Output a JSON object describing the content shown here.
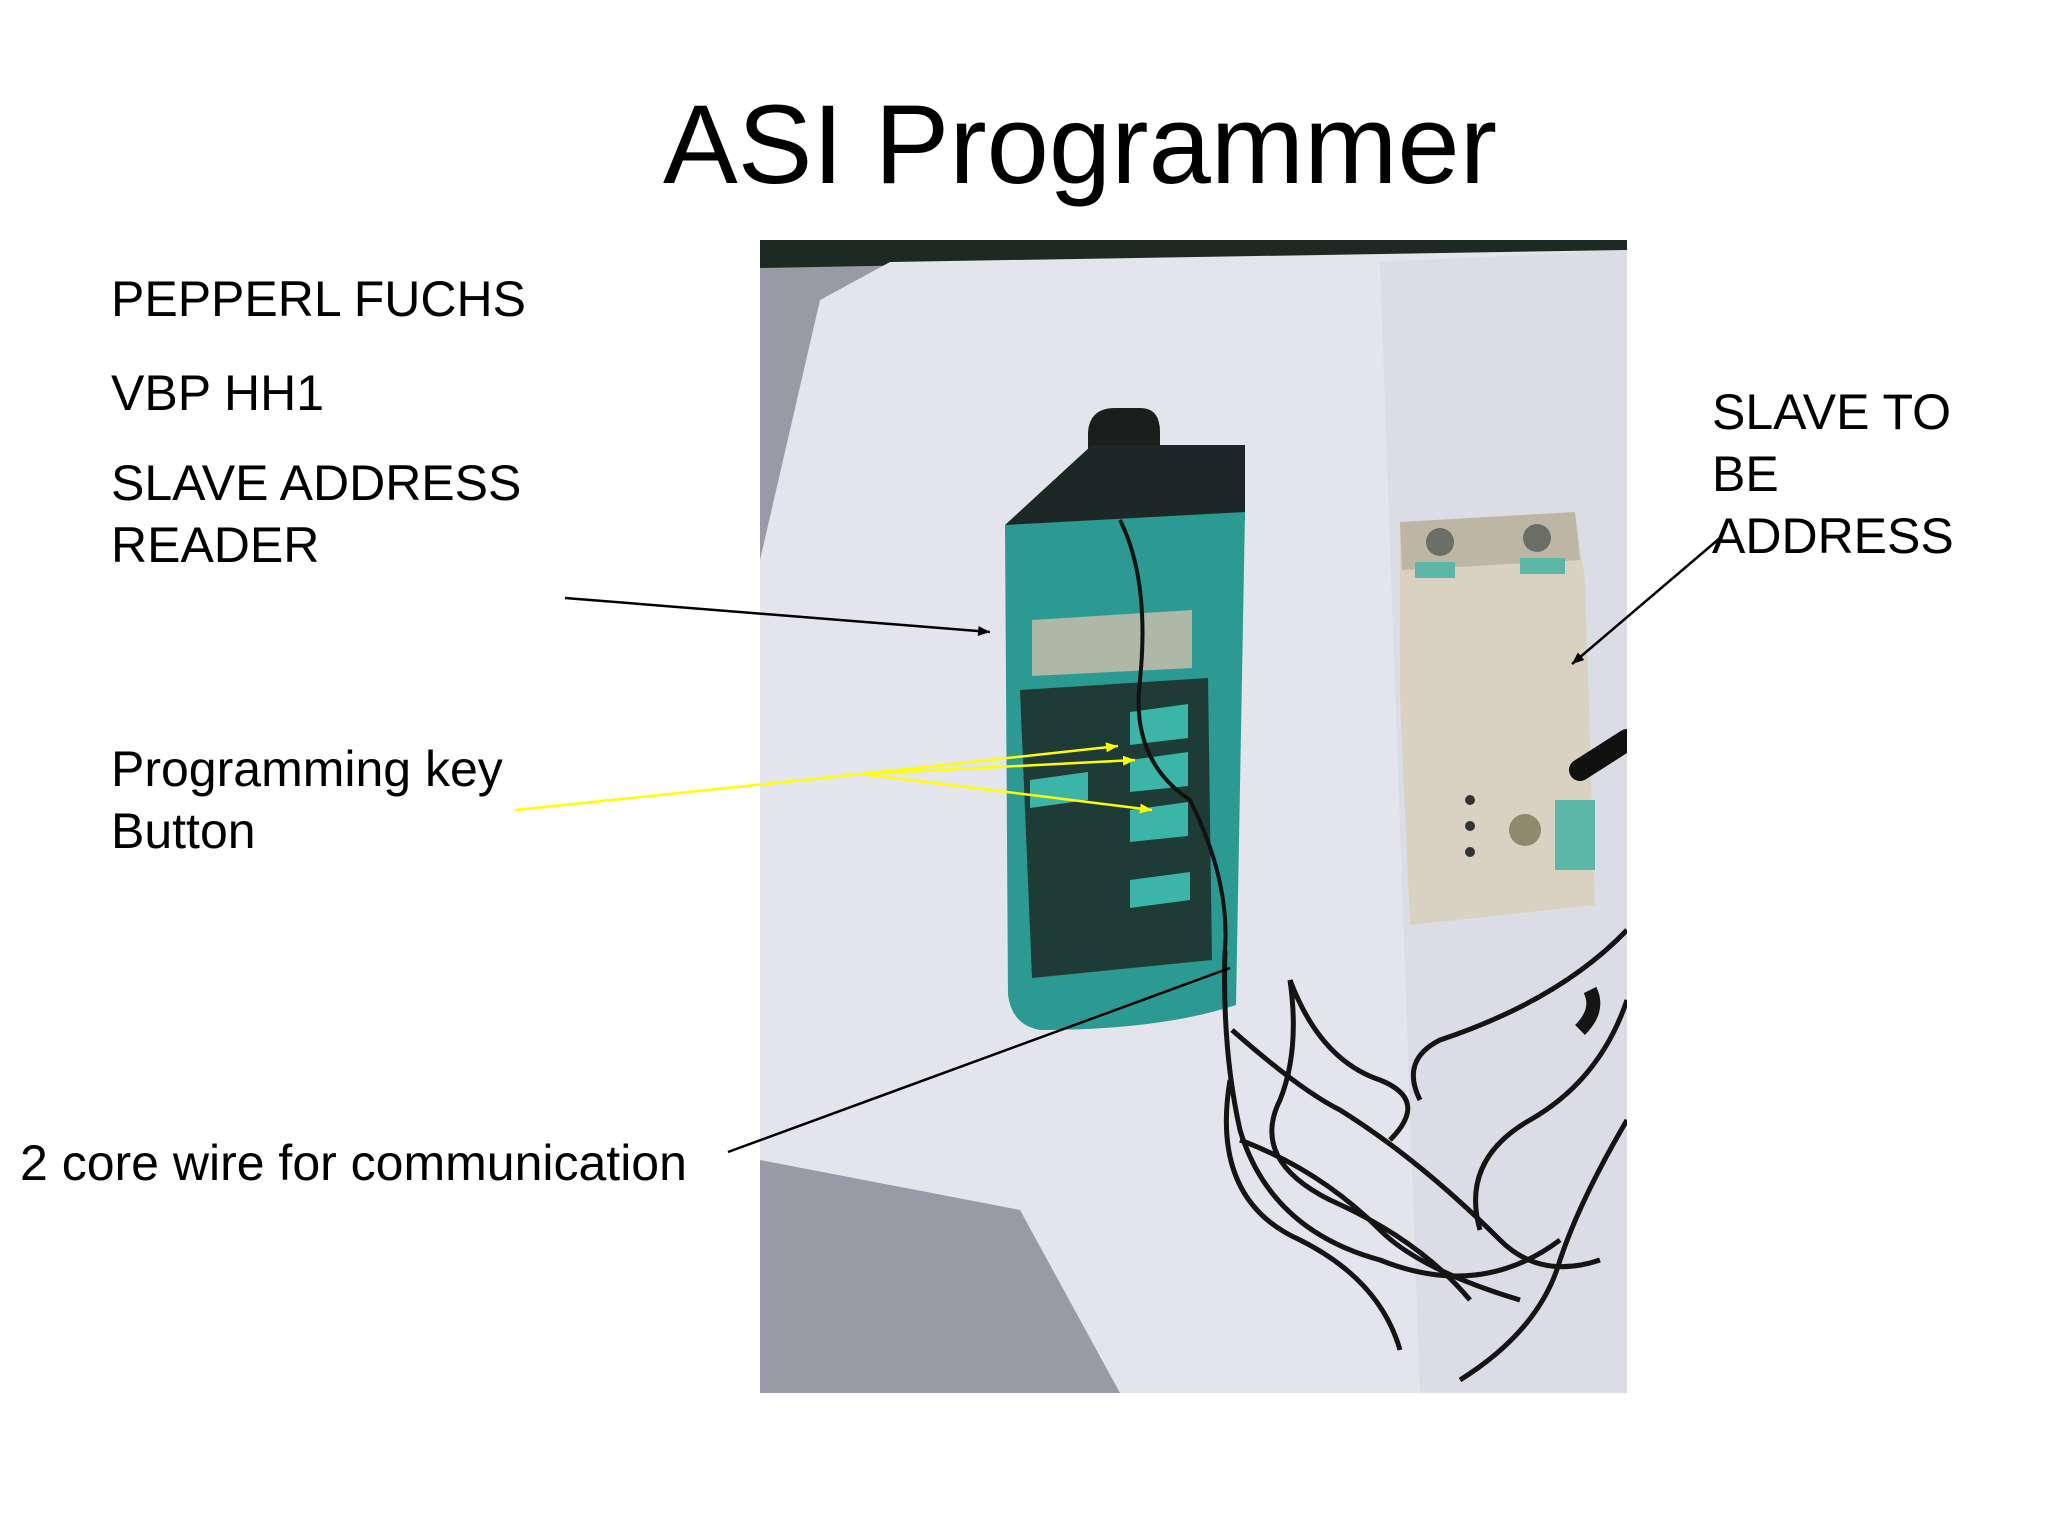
{
  "slide": {
    "title": "ASI Programmer",
    "labels": {
      "brand": "PEPPERL FUCHS",
      "model": "VBP HH1",
      "reader": "SLAVE ADDRESS\nREADER",
      "key": "Programming key\nButton",
      "wire": "2 core wire for communication",
      "slave": "SLAVE TO\nBE\nADDRESS"
    }
  },
  "colors": {
    "background": "#ffffff",
    "text": "#000000",
    "pointer_black": "#000000",
    "pointer_yellow": "#ffff00",
    "device_teal": "#2a9a92",
    "device_dark": "#1f3b36",
    "slave_module": "#d9d2c3",
    "paper": "#e6e6ee",
    "photo_background": "#9a9aa6"
  }
}
